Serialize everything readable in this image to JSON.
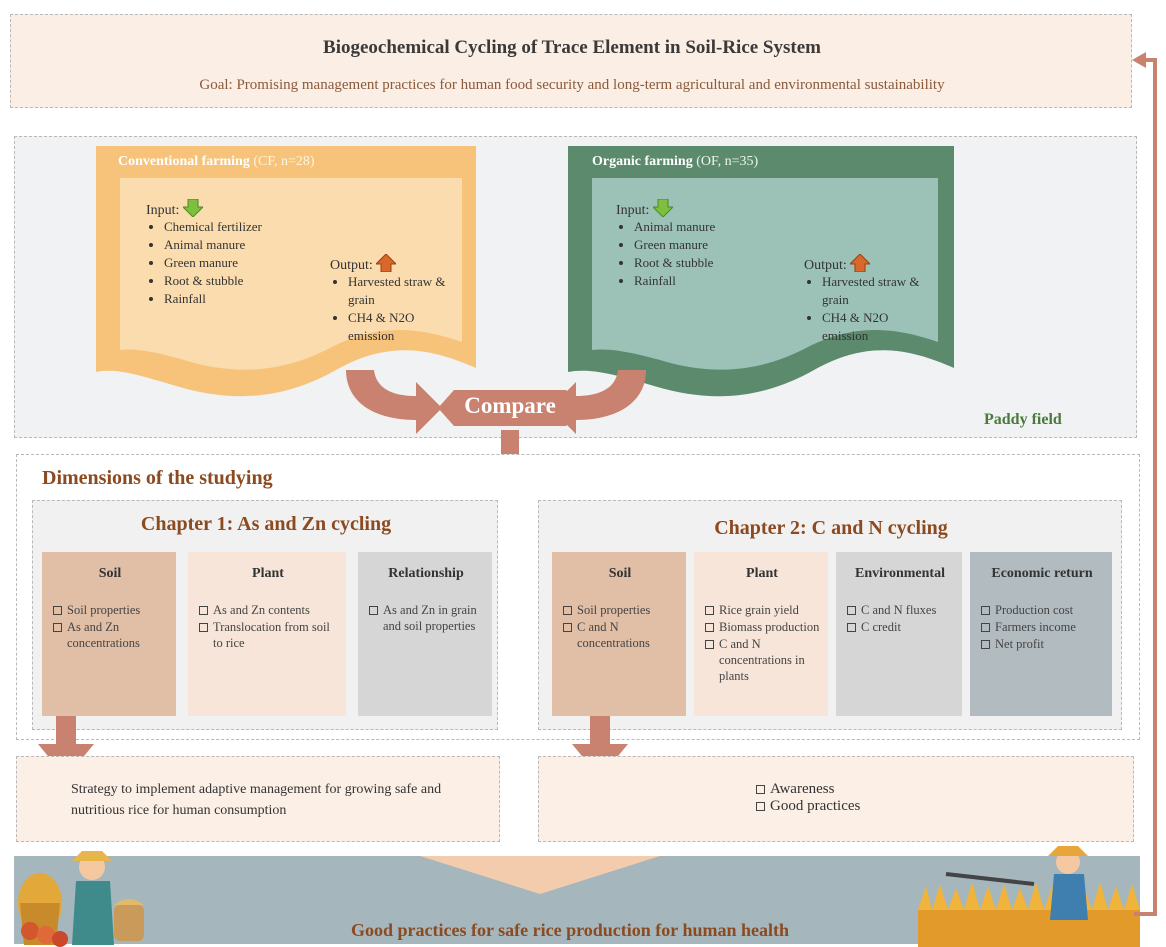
{
  "header": {
    "title": "Biogeochemical Cycling of Trace Element in Soil-Rice System",
    "goal": "Goal: Promising management practices for human food security and long-term agricultural and environmental sustainability"
  },
  "paddy": {
    "label": "Paddy field",
    "compare": "Compare",
    "conventional": {
      "title": "Conventional farming",
      "meta": "(CF, n=28)",
      "input_label": "Input:",
      "inputs": [
        "Chemical fertilizer",
        "Animal manure",
        "Green manure",
        "Root & stubble",
        "Rainfall"
      ],
      "output_label": "Output:",
      "outputs": [
        "Harvested straw & grain",
        "CH4 & N2O emission"
      ]
    },
    "organic": {
      "title": "Organic farming",
      "meta": "(OF, n=35)",
      "input_label": "Input:",
      "inputs": [
        "Animal manure",
        "Green manure",
        "Root & stubble",
        "Rainfall"
      ],
      "output_label": "Output:",
      "outputs": [
        "Harvested straw & grain",
        "CH4 & N2O emission"
      ]
    }
  },
  "dimensions": {
    "title": "Dimensions of the studying",
    "chapter1": {
      "title": "Chapter 1: As and Zn cycling",
      "cards": [
        {
          "title": "Soil",
          "items": [
            "Soil properties",
            "As and Zn concentrations"
          ],
          "color": "#e1bea6"
        },
        {
          "title": "Plant",
          "items": [
            "As and Zn contents",
            "Translocation from soil to rice"
          ],
          "color": "#f6e5d8"
        },
        {
          "title": "Relationship",
          "items": [
            "As and Zn in grain and soil properties"
          ],
          "color": "#d6d6d6"
        }
      ]
    },
    "chapter2": {
      "title": "Chapter 2: C and N cycling",
      "cards": [
        {
          "title": "Soil",
          "items": [
            "Soil properties",
            "C and N concentrations"
          ],
          "color": "#e1bea6"
        },
        {
          "title": "Plant",
          "items": [
            "Rice grain yield",
            "Biomass production",
            "C and N concentrations in plants"
          ],
          "color": "#f6e5d8"
        },
        {
          "title": "Environmental",
          "items": [
            "C and N fluxes",
            "C credit"
          ],
          "color": "#d6d6d6"
        },
        {
          "title": "Economic return",
          "items": [
            "Production cost",
            "Farmers income",
            "Net profit"
          ],
          "color": "#b2bcc0"
        }
      ]
    }
  },
  "outcomes": {
    "left": "Strategy to implement adaptive management for growing safe and nutritious rice for human consumption",
    "right": [
      "Awareness",
      "Good practices"
    ]
  },
  "footer": {
    "text": "Good practices for safe rice production for human health"
  },
  "colors": {
    "arrow": "#c9826f",
    "conventional": "#f7c37a",
    "conventional_inner": "#fbdcae",
    "organic": "#5c8a6d",
    "organic_inner": "#9cc2b7",
    "heading": "#8b4a1f",
    "paddy_label": "#4a7a3a"
  }
}
